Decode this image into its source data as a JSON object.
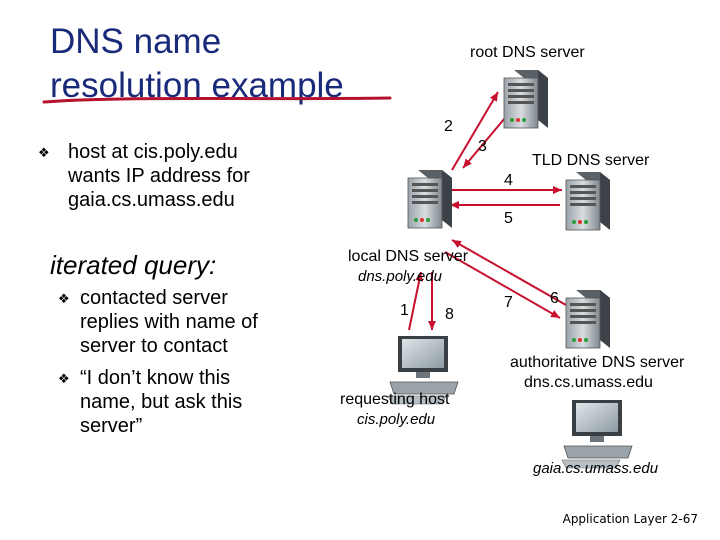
{
  "slide": {
    "title_line1": "DNS name",
    "title_line2": "resolution example",
    "intro_bullet": [
      "host at cis.poly.edu",
      "wants IP address for",
      "gaia.cs.umass.edu"
    ],
    "iterated_heading": "iterated query:",
    "bullets": [
      [
        "contacted server",
        "replies with name of",
        "server to contact"
      ],
      [
        "“I don’t know this",
        "name, but ask this",
        "server”"
      ]
    ]
  },
  "diagram": {
    "root_label": "root DNS server",
    "tld_label": "TLD DNS server",
    "local_label": "local DNS server",
    "local_sub": "dns.poly.edu",
    "auth_label": "authoritative DNS server",
    "auth_sub": "dns.cs.umass.edu",
    "req_label": "requesting host",
    "req_sub": "cis.poly.edu",
    "target_sub": "gaia.cs.umass.edu",
    "steps": [
      "1",
      "2",
      "3",
      "4",
      "5",
      "6",
      "7",
      "8"
    ]
  },
  "footer": {
    "label": "Application Layer",
    "page": "2-67"
  },
  "colors": {
    "title": "#1a2a7a",
    "arrow": "#c8102e",
    "underline": "#b5122e"
  }
}
